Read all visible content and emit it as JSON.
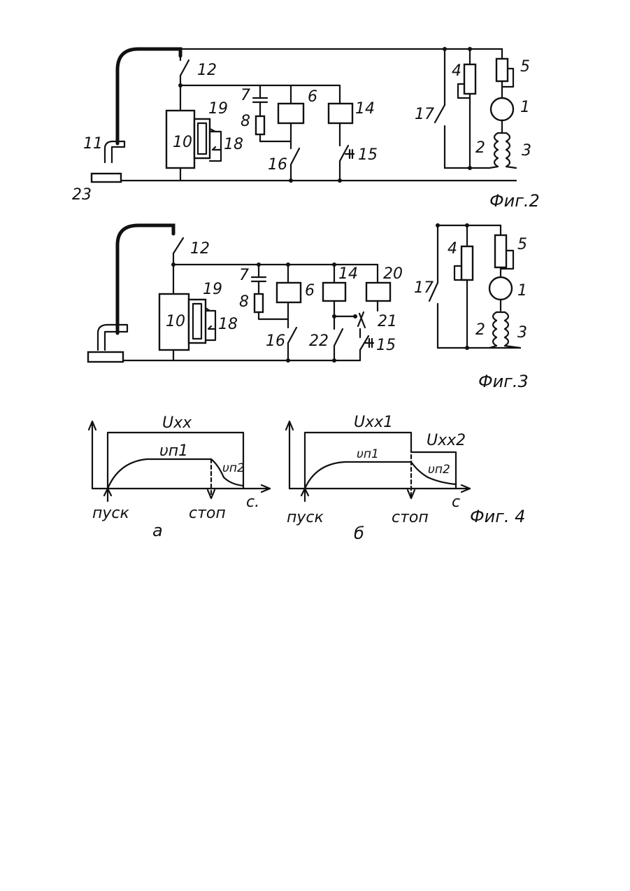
{
  "fig2": {
    "caption": "Фиг.2",
    "labels": {
      "l1": "1",
      "l2": "2",
      "l3": "3",
      "l4": "4",
      "l5": "5",
      "l6": "6",
      "l7": "7",
      "l8": "8",
      "l10": "10",
      "l11": "11",
      "l12": "12",
      "l14": "14",
      "l15": "15",
      "l16": "16",
      "l17": "17",
      "l18": "18",
      "l19": "19",
      "l23": "23"
    }
  },
  "fig3": {
    "caption": "Фиг.3",
    "labels": {
      "l1": "1",
      "l2": "2",
      "l3": "3",
      "l4": "4",
      "l5": "5",
      "l6": "6",
      "l7": "7",
      "l8": "8",
      "l10": "10",
      "l12": "12",
      "l14": "14",
      "l15": "15",
      "l16": "16",
      "l17": "17",
      "l18": "18",
      "l19": "19",
      "l20": "20",
      "l21": "21",
      "l22": "22"
    }
  },
  "fig4": {
    "caption": "Фиг. 4",
    "a": {
      "sub": "а",
      "u": "Uxx",
      "v1": "υп1",
      "v2": "υп2",
      "start": "пуск",
      "stop": "стоп",
      "axis": "с."
    },
    "b": {
      "sub": "б",
      "u1": "Uxx1",
      "u2": "Uxx2",
      "v1": "υп1",
      "v2": "υп2",
      "start": "пуск",
      "stop": "стоп",
      "axis": "с"
    }
  }
}
